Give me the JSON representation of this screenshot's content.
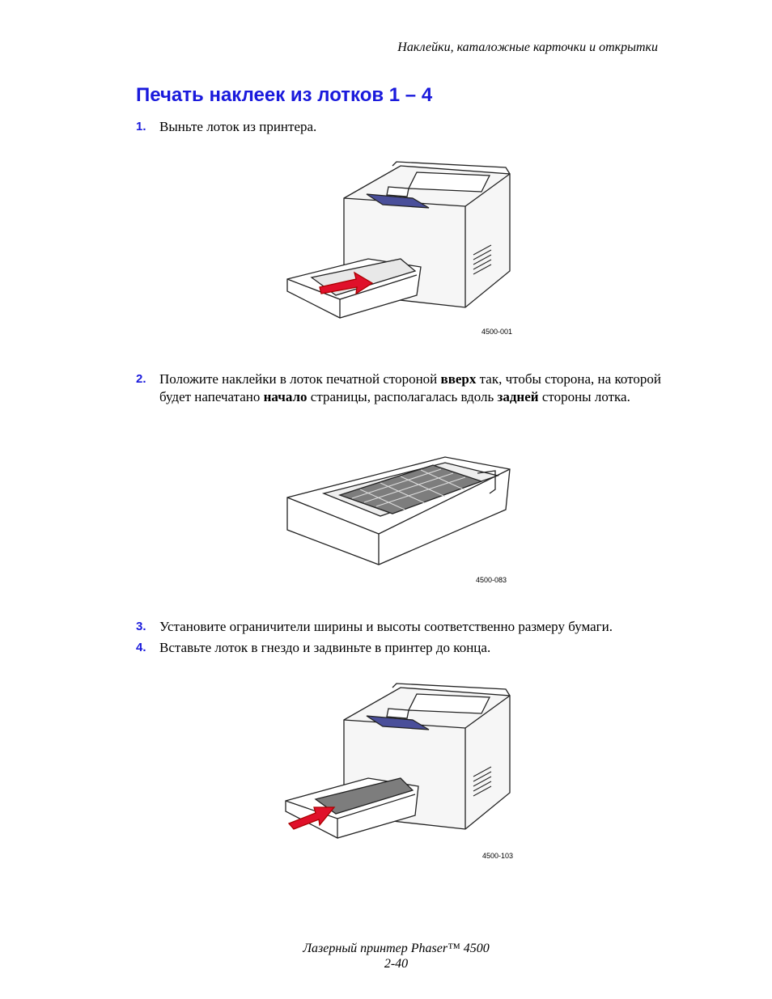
{
  "header": {
    "section": "Наклейки, каталожные карточки и открытки"
  },
  "title": "Печать наклеек из лотков 1 – 4",
  "steps": [
    {
      "num": "1.",
      "text": "Выньте лоток из принтера."
    },
    {
      "num": "2.",
      "p1": "Положите наклейки в лоток печатной стороной ",
      "b1": "вверх",
      "p2": " так, чтобы сторона, на которой будет напечатано ",
      "b2": "начало",
      "p3": " страницы, располагалась вдоль ",
      "b3": "задней",
      "p4": " стороны лотка."
    },
    {
      "num": "3.",
      "text": "Установите ограничители ширины и высоты соответственно размеру бумаги."
    },
    {
      "num": "4.",
      "text": "Вставьте лоток в гнездо и задвиньте в принтер до конца."
    }
  ],
  "figures": [
    {
      "code": "4500-001"
    },
    {
      "code": "4500-083"
    },
    {
      "code": "4500-103"
    }
  ],
  "footer": {
    "product": "Лазерный принтер Phaser™ 4500",
    "page": "2-40"
  }
}
